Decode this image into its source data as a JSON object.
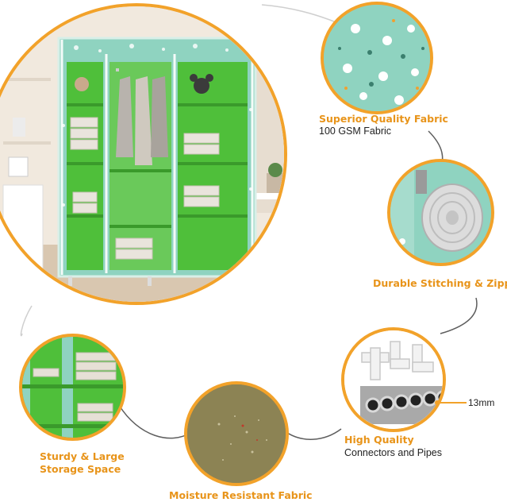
{
  "features": {
    "fabric": {
      "title": "Superior Quality Fabric",
      "subtitle": "100 GSM Fabric"
    },
    "stitching": {
      "title": "Durable Stitching & Zippers"
    },
    "connectors": {
      "title": "High Quality",
      "subtitle": "Connectors and Pipes",
      "size_label": "13mm"
    },
    "storage": {
      "title_line1": "Sturdy & Large",
      "title_line2": "Storage Space"
    },
    "moisture": {
      "title": "Moisture Resistant Fabric"
    }
  },
  "colors": {
    "accent": "#f2a22a",
    "fabric": "#8fd3c0",
    "shelf": "#4fbf3a",
    "heading": "#e8941a"
  }
}
